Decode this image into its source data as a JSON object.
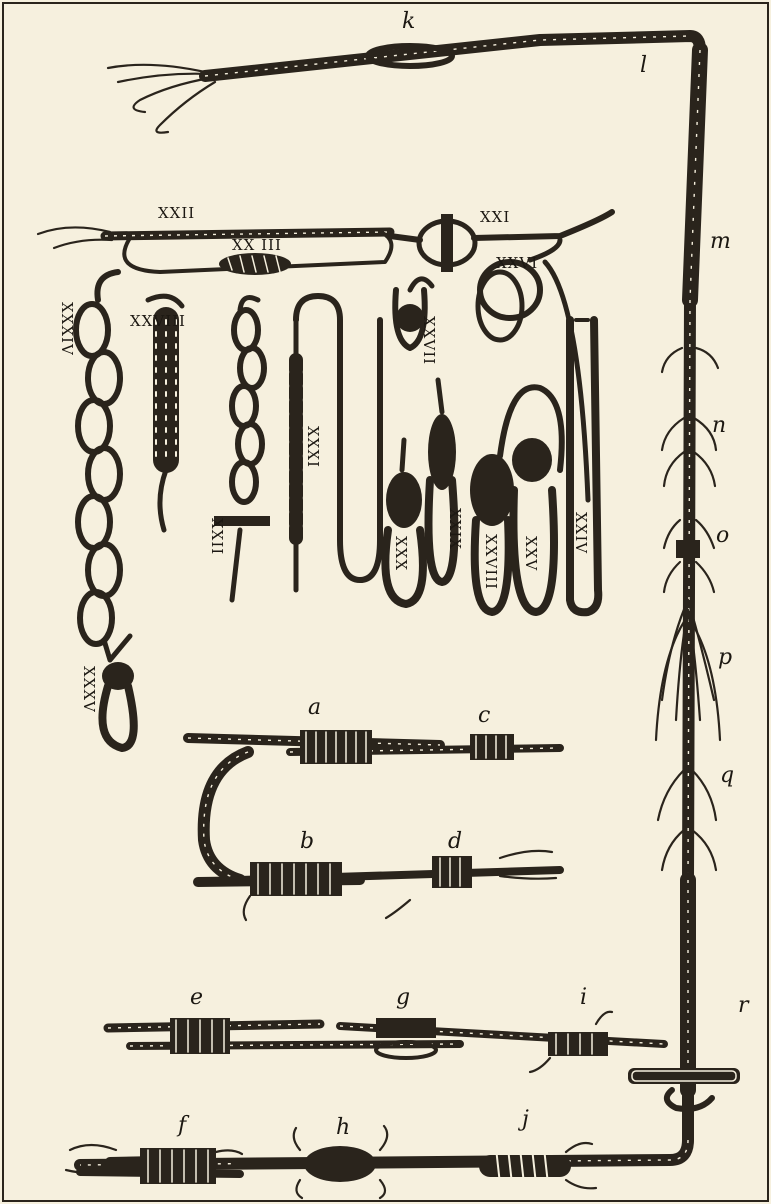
{
  "labels": {
    "letters": {
      "a": "a",
      "b": "b",
      "c": "c",
      "d": "d",
      "e": "e",
      "f": "f",
      "g": "g",
      "h": "h",
      "i": "i",
      "j": "j",
      "k": "k",
      "l": "l",
      "m": "m",
      "n": "n",
      "o": "o",
      "p": "p",
      "q": "q",
      "r": "r"
    },
    "roman": {
      "xxi": "XXI",
      "xxii": "XXII",
      "xxiii": "XX III",
      "xxvi": "XXVI",
      "xxviii_left": "XXVIII",
      "xxxi": "XXXI",
      "xxxiv": "XXXIV",
      "xxxv": "XXXV",
      "xxii_bottom": "XXII",
      "xxx": "XXX",
      "xxix": "XXIX",
      "xxviii_right": "XXVIII",
      "xxv": "XXV",
      "xxiv": "XXIV",
      "xxvii": "XXVII"
    }
  },
  "colors": {
    "paper": "#f6f0de",
    "ink": "#2a241c"
  }
}
